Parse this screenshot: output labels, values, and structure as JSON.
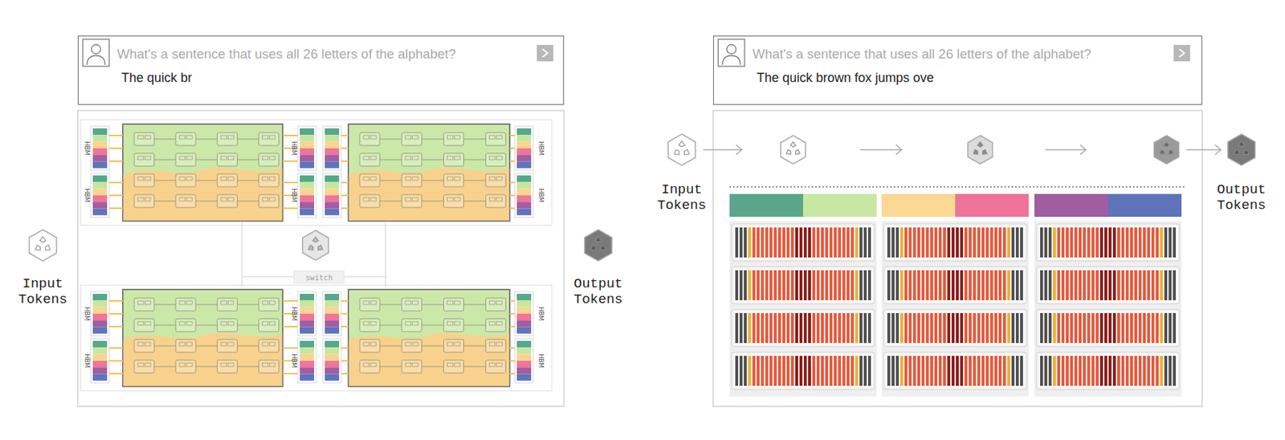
{
  "diagram": {
    "nodes": [
      {
        "text": [
          "What's a sentence that uses all 26 letters of the alphabet?",
          "The quick br"
        ]
      },
      {
        "text": [
          "What's a sentence that uses all 26 letters of the alphabet?",
          "The quick brown fox jumps ove"
        ]
      }
    ],
    "labels": [
      "Input Tokens",
      "HBM",
      "HBM",
      "HBM",
      "HBM",
      "HBM",
      "HBM",
      "HBM",
      "HBM",
      "HBM",
      "HBM",
      "HBM",
      "HBM",
      "switch",
      "Output Tokens",
      "Input Tokens",
      "Output Tokens"
    ]
  }
}
